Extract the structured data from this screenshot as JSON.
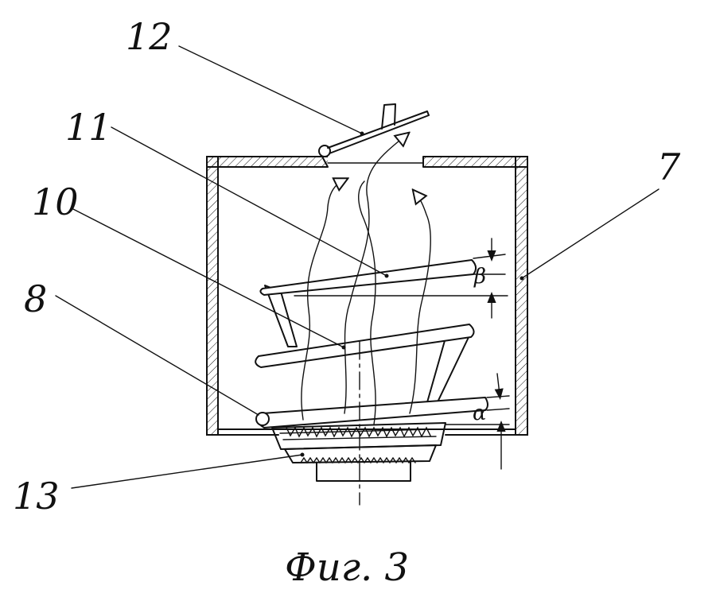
{
  "labels": {
    "l12": "12",
    "l11": "11",
    "l10": "10",
    "l8": "8",
    "l7": "7",
    "l13": "13"
  },
  "angles": {
    "beta": "β",
    "alpha": "α"
  },
  "caption": "Фиг. 3"
}
